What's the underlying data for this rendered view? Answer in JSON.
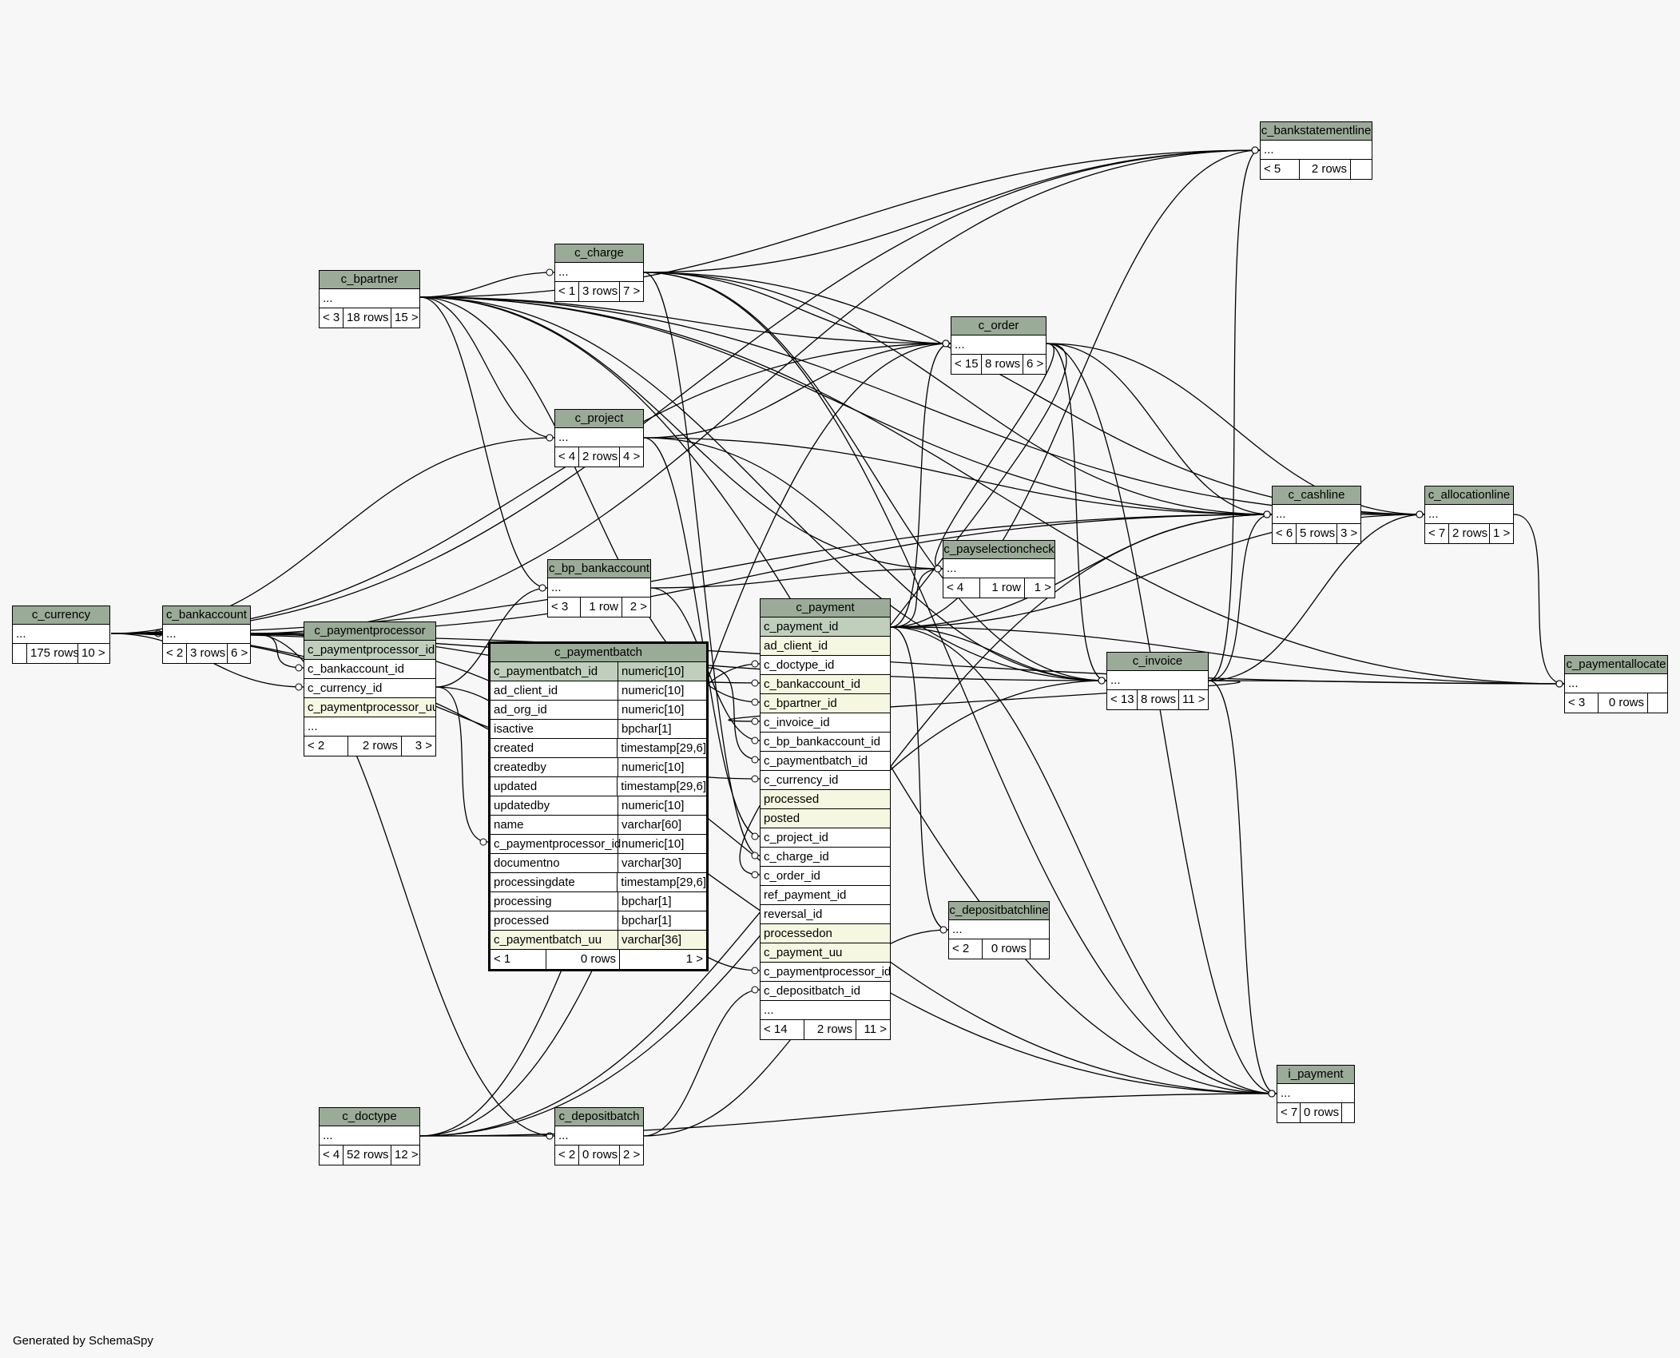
{
  "generated_by": "Generated by SchemaSpy",
  "ellipsis": "...",
  "colors": {
    "header": "#9aab97",
    "primary_key": "#bfcfbc",
    "indexed": "#f5f7e1",
    "background": "#f7f7f7"
  },
  "tables": {
    "c_currency": {
      "name": "c_currency",
      "parents": "",
      "rows": "175 rows",
      "children": "10 >"
    },
    "c_bankaccount": {
      "name": "c_bankaccount",
      "parents": "< 2",
      "rows": "3 rows",
      "children": "6 >"
    },
    "c_bpartner": {
      "name": "c_bpartner",
      "parents": "< 3",
      "rows": "18 rows",
      "children": "15 >"
    },
    "c_charge": {
      "name": "c_charge",
      "parents": "< 1",
      "rows": "3 rows",
      "children": "7 >"
    },
    "c_project": {
      "name": "c_project",
      "parents": "< 4",
      "rows": "2 rows",
      "children": "4 >"
    },
    "c_bp_bankaccount": {
      "name": "c_bp_bankaccount",
      "parents": "< 3",
      "rows": "1 row",
      "children": "2 >"
    },
    "c_order": {
      "name": "c_order",
      "parents": "< 15",
      "rows": "8 rows",
      "children": "6 >"
    },
    "c_payselectioncheck": {
      "name": "c_payselectioncheck",
      "parents": "< 4",
      "rows": "1 row",
      "children": "1 >"
    },
    "c_bankstatementline": {
      "name": "c_bankstatementline",
      "parents": "< 5",
      "rows": "2 rows",
      "children": ""
    },
    "c_cashline": {
      "name": "c_cashline",
      "parents": "< 6",
      "rows": "5 rows",
      "children": "3 >"
    },
    "c_allocationline": {
      "name": "c_allocationline",
      "parents": "< 7",
      "rows": "2 rows",
      "children": "1 >"
    },
    "c_invoice": {
      "name": "c_invoice",
      "parents": "< 13",
      "rows": "8 rows",
      "children": "11 >"
    },
    "c_paymentallocate": {
      "name": "c_paymentallocate",
      "parents": "< 3",
      "rows": "0 rows",
      "children": ""
    },
    "c_depositbatchline": {
      "name": "c_depositbatchline",
      "parents": "< 2",
      "rows": "0 rows",
      "children": ""
    },
    "i_payment": {
      "name": "i_payment",
      "parents": "< 7",
      "rows": "0 rows",
      "children": ""
    },
    "c_doctype": {
      "name": "c_doctype",
      "parents": "< 4",
      "rows": "52 rows",
      "children": "12 >"
    },
    "c_depositbatch": {
      "name": "c_depositbatch",
      "parents": "< 2",
      "rows": "0 rows",
      "children": "2 >"
    },
    "c_paymentprocessor": {
      "name": "c_paymentprocessor",
      "columns": [
        "c_paymentprocessor_id",
        "c_bankaccount_id",
        "c_currency_id",
        "c_paymentprocessor_uu",
        "..."
      ],
      "parents": "< 2",
      "rows": "2 rows",
      "children": "3 >"
    },
    "c_paymentbatch": {
      "name": "c_paymentbatch",
      "columns": [
        {
          "name": "c_paymentbatch_id",
          "type": "numeric[10]"
        },
        {
          "name": "ad_client_id",
          "type": "numeric[10]"
        },
        {
          "name": "ad_org_id",
          "type": "numeric[10]"
        },
        {
          "name": "isactive",
          "type": "bpchar[1]"
        },
        {
          "name": "created",
          "type": "timestamp[29,6]"
        },
        {
          "name": "createdby",
          "type": "numeric[10]"
        },
        {
          "name": "updated",
          "type": "timestamp[29,6]"
        },
        {
          "name": "updatedby",
          "type": "numeric[10]"
        },
        {
          "name": "name",
          "type": "varchar[60]"
        },
        {
          "name": "c_paymentprocessor_id",
          "type": "numeric[10]"
        },
        {
          "name": "documentno",
          "type": "varchar[30]"
        },
        {
          "name": "processingdate",
          "type": "timestamp[29,6]"
        },
        {
          "name": "processing",
          "type": "bpchar[1]"
        },
        {
          "name": "processed",
          "type": "bpchar[1]"
        },
        {
          "name": "c_paymentbatch_uu",
          "type": "varchar[36]"
        }
      ],
      "parents": "< 1",
      "rows": "0 rows",
      "children": "1 >"
    },
    "c_payment": {
      "name": "c_payment",
      "columns": [
        "c_payment_id",
        "ad_client_id",
        "c_doctype_id",
        "c_bankaccount_id",
        "c_bpartner_id",
        "c_invoice_id",
        "c_bp_bankaccount_id",
        "c_paymentbatch_id",
        "c_currency_id",
        "processed",
        "posted",
        "c_project_id",
        "c_charge_id",
        "c_order_id",
        "ref_payment_id",
        "reversal_id",
        "processedon",
        "c_payment_uu",
        "c_paymentprocessor_id",
        "c_depositbatch_id",
        "..."
      ],
      "parents": "< 14",
      "rows": "2 rows",
      "children": "11 >"
    }
  }
}
